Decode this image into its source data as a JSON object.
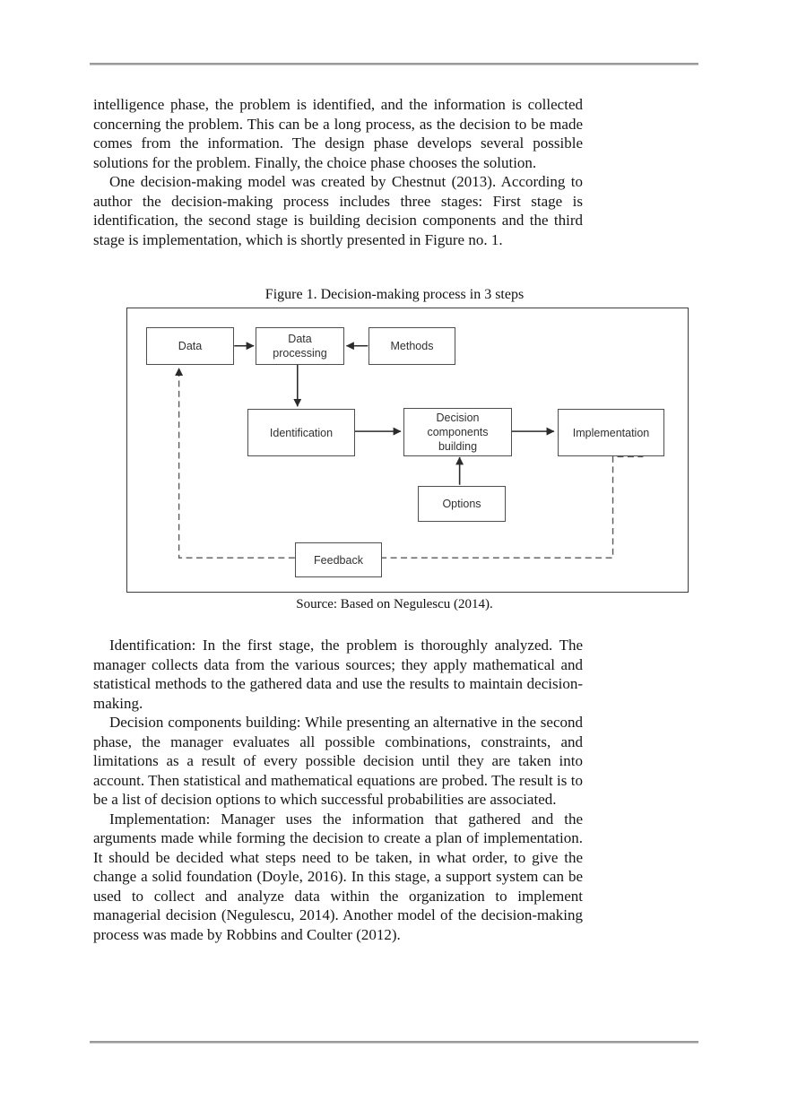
{
  "document": {
    "paragraphs": [
      "intelligence phase, the problem is identified, and the information is collected concerning the problem. This can be a long process, as the decision to be made comes from the information. The design phase develops several possible solutions for the problem. Finally, the choice phase chooses the solution.",
      "One decision-making model was created by Chestnut (2013). According to author the decision-making process includes three stages: First stage is identification, the second stage is building decision components and the third stage is implementation, which is shortly presented in Figure no. 1.",
      "Identification: In the first stage, the problem is thoroughly analyzed. The manager collects data from the various sources; they apply mathematical and statistical methods to the gathered data and use the results to maintain decision-making.",
      "Decision components building: While presenting an alternative in the second phase, the manager evaluates all possible combinations, constraints, and limitations as a result of every possible decision until they are taken into account. Then statistical and mathematical equations are probed. The result is to be a list of decision options to which successful probabilities are associated.",
      "Implementation: Manager uses the information that gathered and the arguments made while forming the decision to create a plan of implementation. It should be decided what steps need to be taken, in what order, to give the change a solid foundation (Doyle, 2016). In this stage, a support system can be used to collect and analyze data within the organization to implement managerial decision (Negulescu, 2014). Another model of the decision-making process was made by Robbins and Coulter (2012)."
    ]
  },
  "figure": {
    "caption": "Figure 1. Decision-making process in 3 steps",
    "source": "Source: Based on Negulescu (2014).",
    "nodes": {
      "data": "Data",
      "data_processing": "Data processing",
      "methods": "Methods",
      "identification": "Identification",
      "decision_components_building": "Decision components building",
      "implementation": "Implementation",
      "options": "Options",
      "feedback": "Feedback"
    }
  },
  "colors": {
    "body_text": "#161616",
    "diagram_border": "#3d3d3d",
    "diagram_text": "#303030",
    "rule_gray": "#9a9a9a"
  }
}
